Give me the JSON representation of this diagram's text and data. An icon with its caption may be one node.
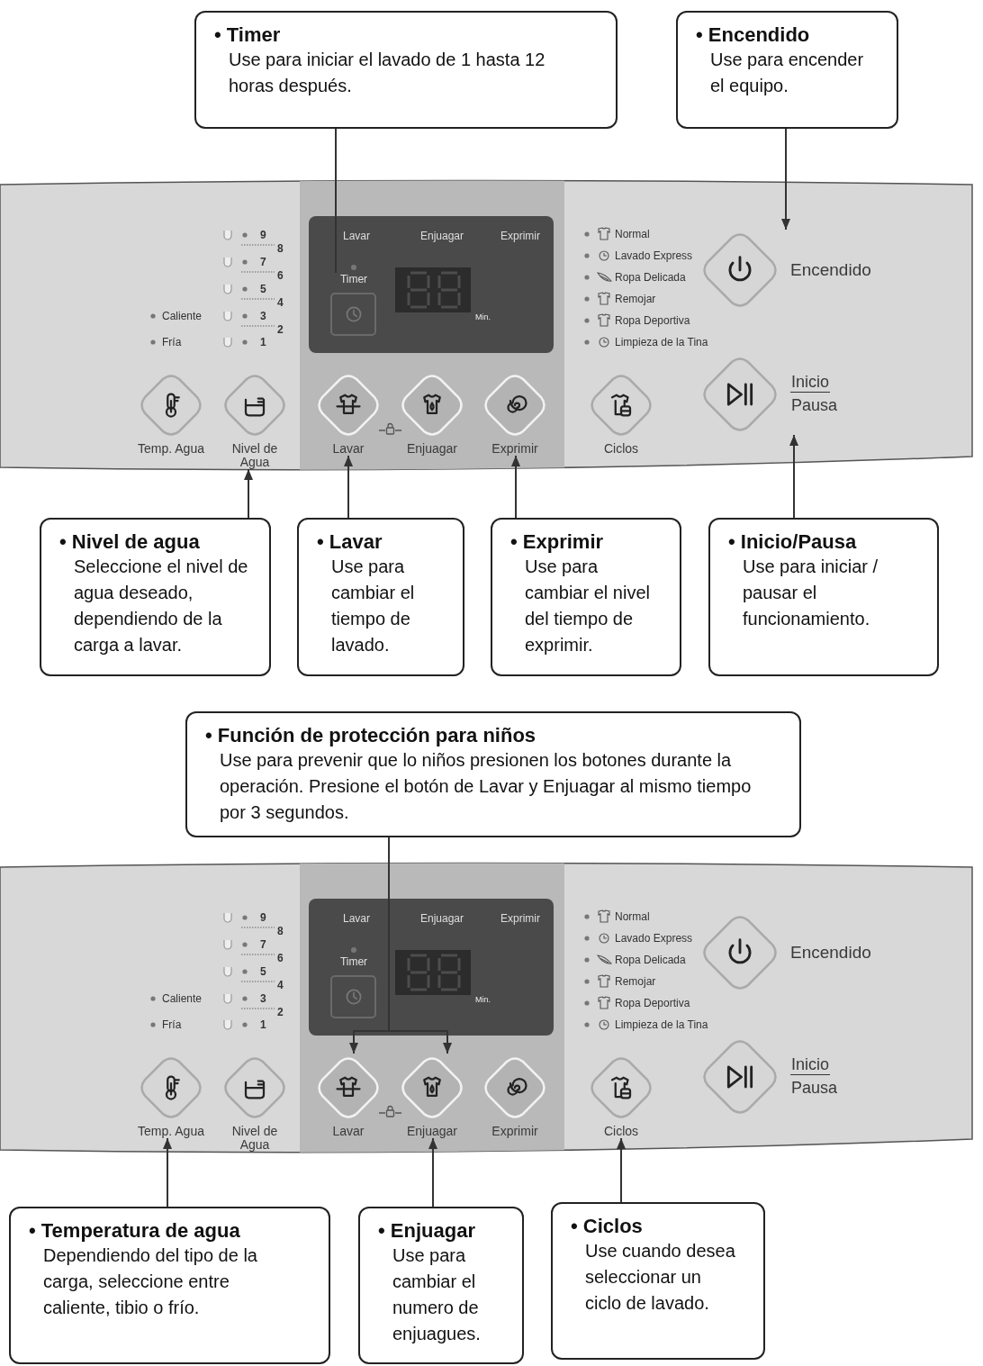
{
  "diagram": {
    "nodes": [
      {
        "text": [
          "• Timer",
          "Use para iniciar el lavado de 1 hasta 12 horas después."
        ]
      },
      {
        "text": [
          "• Encendido",
          "Use para encender el equipo."
        ]
      },
      {
        "text": [
          "Timer"
        ]
      },
      {
        "text": [
          "Encendido"
        ]
      },
      {
        "text": [
          "Temp. Agua"
        ]
      },
      {
        "text": [
          "Nivel de Agua"
        ]
      },
      {
        "text": [
          "Lavar"
        ]
      },
      {
        "text": [
          "Enjuagar"
        ]
      },
      {
        "text": [
          "Exprimir"
        ]
      },
      {
        "text": [
          "Ciclos"
        ]
      },
      {
        "text": [
          "Inicio",
          "Pausa"
        ]
      },
      {
        "text": [
          "• Nivel de agua",
          "Seleccione el nivel de agua deseado, dependiendo de la carga a lavar."
        ]
      },
      {
        "text": [
          "• Lavar",
          "Use para cambiar el tiempo de lavado."
        ]
      },
      {
        "text": [
          "• Exprimir",
          "Use para cambiar el nivel del tiempo de exprimir."
        ]
      },
      {
        "text": [
          "• Inicio/Pausa",
          "Use para iniciar / pausar el funcionamiento."
        ]
      },
      {
        "text": [
          "• Función de protección para niños",
          "Use para prevenir que lo niños presionen los botones durante la operación. Presione el botón de Lavar y Enjuagar al mismo tiempo por 3 segundos."
        ]
      },
      {
        "text": [
          "Timer"
        ]
      },
      {
        "text": [
          "Encendido"
        ]
      },
      {
        "text": [
          "Temp. Agua"
        ]
      },
      {
        "text": [
          "Nivel de Agua"
        ]
      },
      {
        "text": [
          "Lavar"
        ]
      },
      {
        "text": [
          "Enjuagar"
        ]
      },
      {
        "text": [
          "Exprimir"
        ]
      },
      {
        "text": [
          "Ciclos"
        ]
      },
      {
        "text": [
          "Inicio",
          "Pausa"
        ]
      },
      {
        "text": [
          "• Temperatura de agua",
          "Dependiendo del tipo de la carga, seleccione entre caliente, tibio o frío."
        ]
      },
      {
        "text": [
          "• Enjuagar",
          "Use para cambiar el numero de enjuagues."
        ]
      },
      {
        "text": [
          "• Ciclos",
          "Use cuando desea seleccionar un ciclo de lavado."
        ]
      }
    ],
    "edges": [
      {
        "from": 0,
        "to": 2,
        "arrow": "none"
      },
      {
        "from": 1,
        "to": 3,
        "arrow": "to"
      },
      {
        "from": 11,
        "to": 5,
        "arrow": "to"
      },
      {
        "from": 12,
        "to": 6,
        "arrow": "to"
      },
      {
        "from": 13,
        "to": 8,
        "arrow": "to"
      },
      {
        "from": 14,
        "to": 10,
        "arrow": "to"
      },
      {
        "from": 15,
        "to": 20,
        "arrow": "to"
      },
      {
        "from": 15,
        "to": 21,
        "arrow": "to"
      },
      {
        "from": 25,
        "to": 18,
        "arrow": "to"
      },
      {
        "from": 26,
        "to": 21,
        "arrow": "to"
      },
      {
        "from": 27,
        "to": 23,
        "arrow": "to"
      }
    ],
    "labels": [
      "9",
      "8",
      "7",
      "6",
      "5",
      "4",
      "Caliente",
      "3",
      "2",
      "Fría",
      "1",
      "Lavar",
      "Enjuagar",
      "Exprimir",
      "Min.",
      "Normal",
      "Lavado Express",
      "Ropa Delicada",
      "Remojar",
      "Ropa Deportiva",
      "Limpieza de la Tina",
      "9",
      "8",
      "7",
      "6",
      "5",
      "4",
      "Caliente",
      "3",
      "2",
      "Fría",
      "1",
      "Lavar",
      "Enjuagar",
      "Exprimir",
      "Min.",
      "Normal",
      "Lavado Express",
      "Ropa Delicada",
      "Remojar",
      "Ropa Deportiva",
      "Limpieza de la Tina"
    ]
  }
}
